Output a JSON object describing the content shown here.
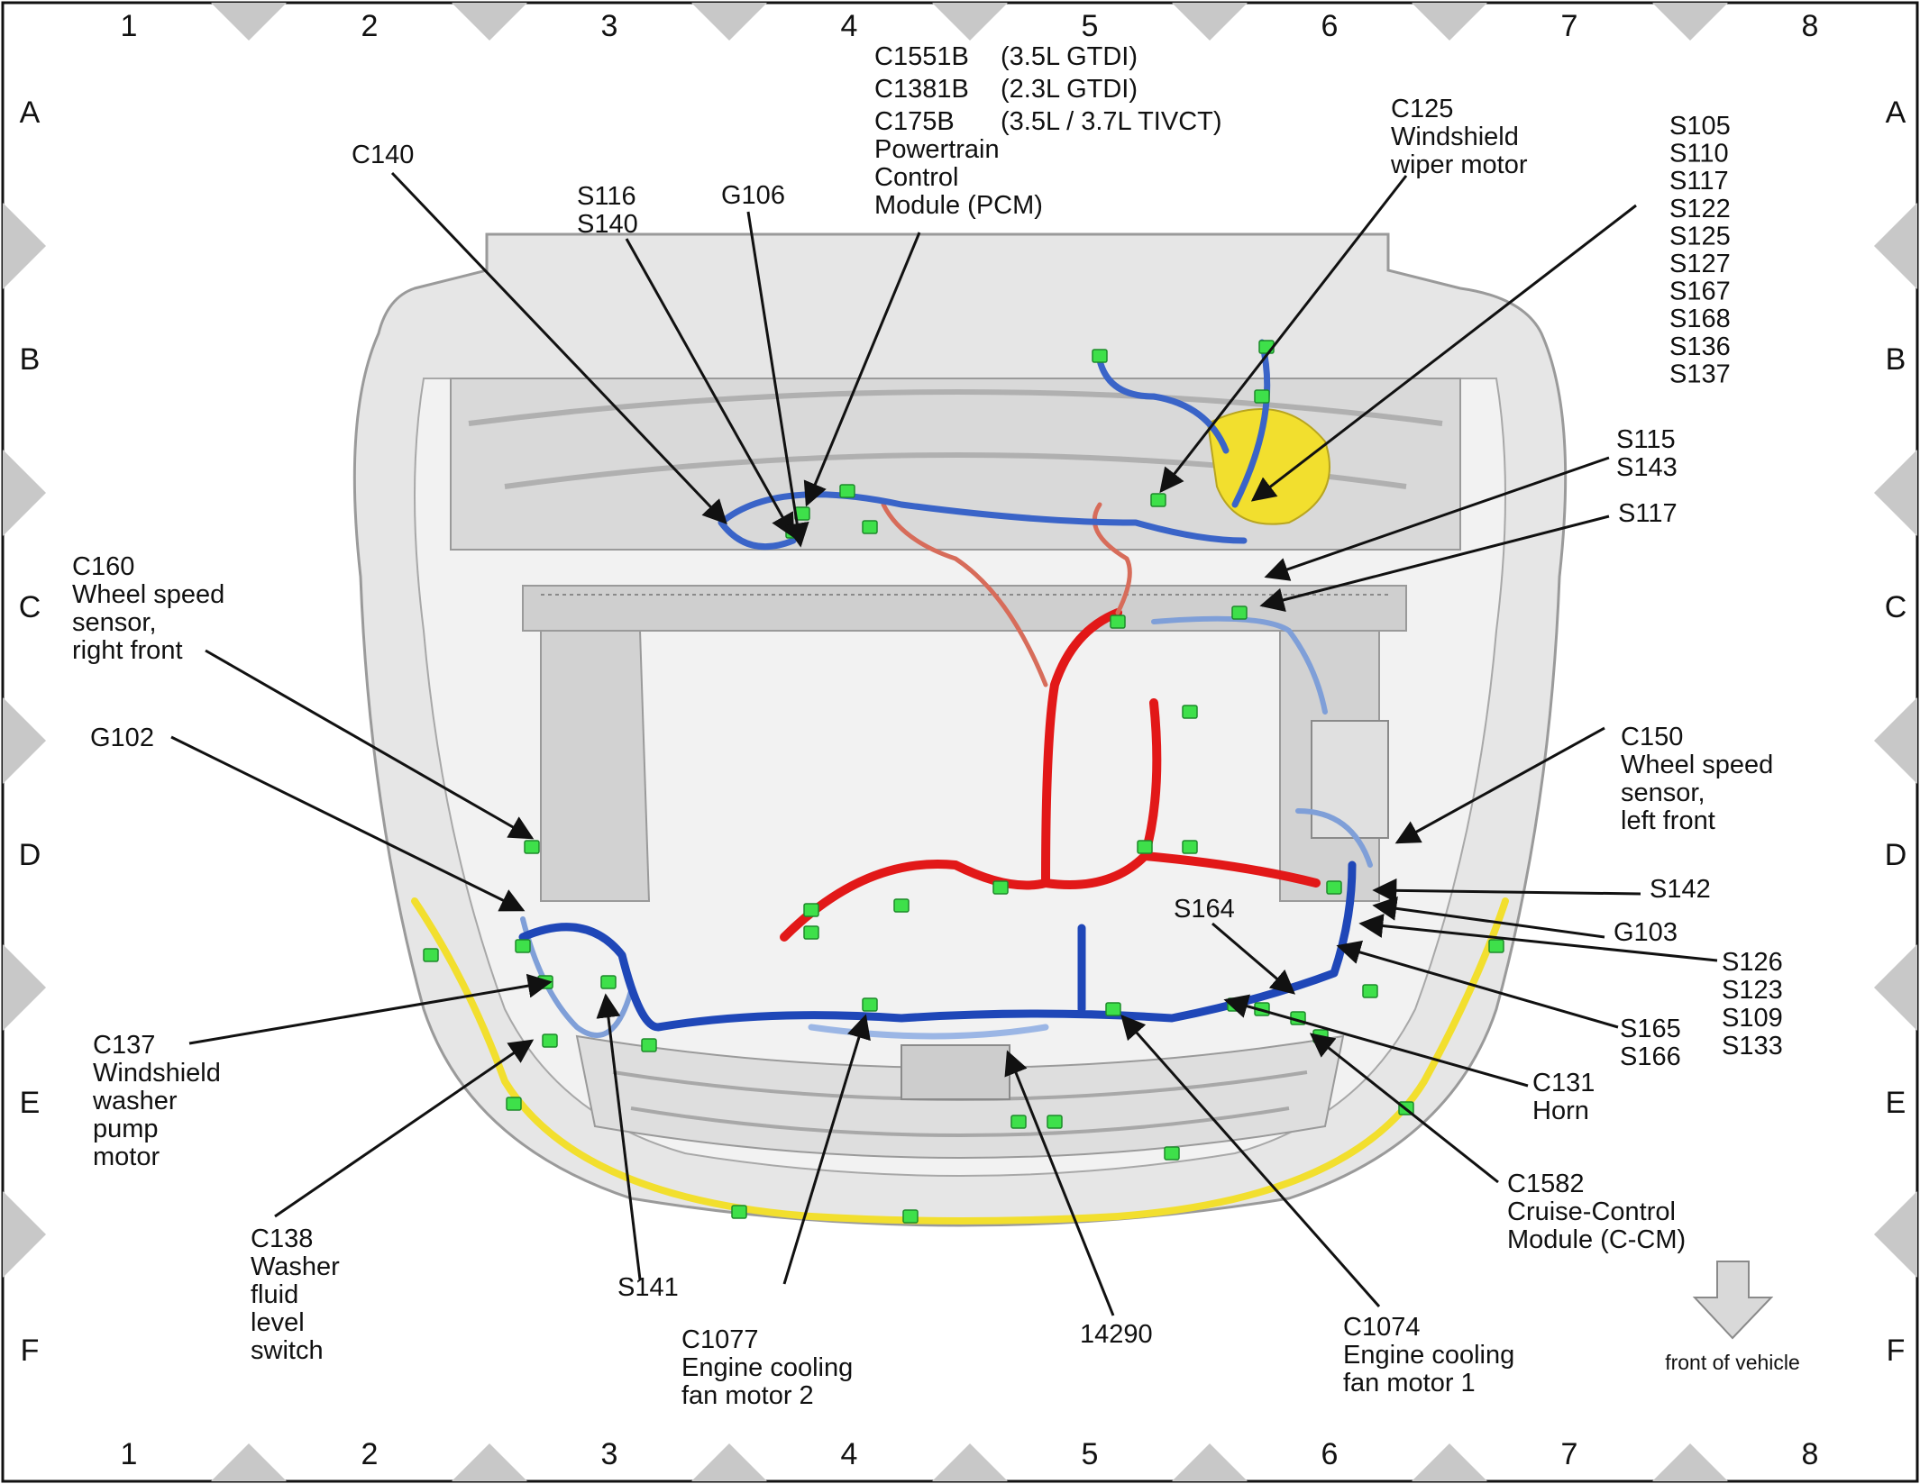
{
  "grid": {
    "columns": [
      "1",
      "2",
      "3",
      "4",
      "5",
      "6",
      "7",
      "8"
    ],
    "rows": [
      "A",
      "B",
      "C",
      "D",
      "E",
      "F"
    ]
  },
  "colors": {
    "frame": "#111111",
    "diamond": "#c8c8c8",
    "car_body": "#dcdcdc",
    "car_edge": "#9a9a9a",
    "harness_blue": "#1f47b8",
    "harness_light_blue": "#7f9fd8",
    "harness_red": "#e21818",
    "harness_salmon": "#d76c5a",
    "harness_yellow": "#f2df2e",
    "connector_green": "#3ee04a",
    "arrow_fill": "#d9d9d9"
  },
  "callouts": {
    "pcm": [
      "C1551B",
      "C1381B",
      "C175B",
      "Powertrain",
      "Control",
      "Module (PCM)"
    ],
    "pcm_engines": [
      "(3.5L GTDI)",
      "(2.3L GTDI)",
      "(3.5L / 3.7L TIVCT)"
    ],
    "c140": "C140",
    "s116_s140": [
      "S116",
      "S140"
    ],
    "g106": "G106",
    "c125": [
      "C125",
      "Windshield",
      "wiper motor"
    ],
    "splices_top": [
      "S105",
      "S110",
      "S117",
      "S122",
      "S125",
      "S127",
      "S167",
      "S168",
      "S136",
      "S137"
    ],
    "s115_s143": [
      "S115",
      "S143"
    ],
    "s117": "S117",
    "c160": [
      "C160",
      "Wheel speed",
      "sensor,",
      "right front"
    ],
    "g102": "G102",
    "c150": [
      "C150",
      "Wheel speed",
      "sensor,",
      "left front"
    ],
    "s142": "S142",
    "s164": "S164",
    "g103": "G103",
    "s126_group": [
      "S126",
      "S123",
      "S109",
      "S133"
    ],
    "s165_s166": [
      "S165",
      "S166"
    ],
    "c131": [
      "C131",
      "Horn"
    ],
    "c137": [
      "C137",
      "Windshield",
      "washer",
      "pump",
      "motor"
    ],
    "c138": [
      "C138",
      "Washer",
      "fluid",
      "level",
      "switch"
    ],
    "s141": "S141",
    "c1077": [
      "C1077",
      "Engine cooling",
      "fan motor 2"
    ],
    "n14290": "14290",
    "c1074": [
      "C1074",
      "Engine cooling",
      "fan motor 1"
    ],
    "c1582": [
      "C1582",
      "Cruise-Control",
      "Module (C-CM)"
    ],
    "front_of_vehicle": "front of vehicle"
  }
}
